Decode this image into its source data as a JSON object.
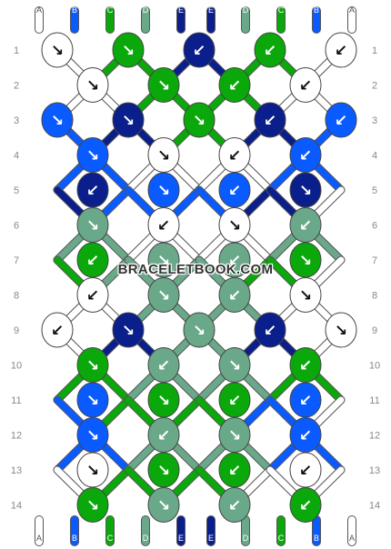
{
  "watermark": "BRACELETBOOK.COM",
  "colors": {
    "A": "#ffffff",
    "B": "#0a5bff",
    "C": "#0aa80a",
    "D": "#6aa88a",
    "E": "#0a1e8c"
  },
  "top_strings": [
    "A",
    "B",
    "C",
    "D",
    "E",
    "E",
    "D",
    "C",
    "B",
    "A"
  ],
  "bottom_strings": [
    "A",
    "B",
    "C",
    "D",
    "E",
    "E",
    "D",
    "C",
    "B",
    "A"
  ],
  "row_labels": [
    "1",
    "2",
    "3",
    "4",
    "5",
    "6",
    "7",
    "8",
    "9",
    "10",
    "11",
    "12",
    "13",
    "14"
  ],
  "rows": [
    [
      {
        "c": "A",
        "d": "↘"
      },
      {
        "c": "C",
        "d": "↘"
      },
      {
        "c": "E",
        "d": "↙"
      },
      {
        "c": "C",
        "d": "↙"
      },
      {
        "c": "A",
        "d": "↙"
      }
    ],
    [
      {
        "c": "A",
        "d": "↘"
      },
      {
        "c": "C",
        "d": "↘"
      },
      {
        "c": "C",
        "d": "↙"
      },
      {
        "c": "A",
        "d": "↙"
      }
    ],
    [
      {
        "c": "B",
        "d": "↘"
      },
      {
        "c": "E",
        "d": "↘"
      },
      {
        "c": "C",
        "d": "↘"
      },
      {
        "c": "E",
        "d": "↙"
      },
      {
        "c": "B",
        "d": "↙"
      }
    ],
    [
      {
        "c": "B",
        "d": "↘"
      },
      {
        "c": "A",
        "d": "↘"
      },
      {
        "c": "A",
        "d": "↙"
      },
      {
        "c": "B",
        "d": "↙"
      }
    ],
    [
      {
        "c": "E",
        "d": "↙"
      },
      {
        "c": "B",
        "d": "↘"
      },
      {
        "c": "B",
        "d": "↙"
      },
      {
        "c": "E",
        "d": "↘"
      }
    ],
    [
      {
        "c": "D",
        "d": "↘"
      },
      {
        "c": "A",
        "d": "↙"
      },
      {
        "c": "A",
        "d": "↘"
      },
      {
        "c": "D",
        "d": "↙"
      }
    ],
    [
      {
        "c": "C",
        "d": "↙"
      },
      {
        "c": "D",
        "d": "↘"
      },
      {
        "c": "D",
        "d": "↙"
      },
      {
        "c": "C",
        "d": "↘"
      }
    ],
    [
      {
        "c": "A",
        "d": "↙"
      },
      {
        "c": "D",
        "d": "↘"
      },
      {
        "c": "D",
        "d": "↙"
      },
      {
        "c": "A",
        "d": "↘"
      }
    ],
    [
      {
        "c": "A",
        "d": "↙"
      },
      {
        "c": "E",
        "d": "↘"
      },
      {
        "c": "D",
        "d": "↘"
      },
      {
        "c": "E",
        "d": "↙"
      },
      {
        "c": "A",
        "d": "↘"
      }
    ],
    [
      {
        "c": "C",
        "d": "↘"
      },
      {
        "c": "D",
        "d": "↙"
      },
      {
        "c": "D",
        "d": "↘"
      },
      {
        "c": "C",
        "d": "↙"
      }
    ],
    [
      {
        "c": "B",
        "d": "↘"
      },
      {
        "c": "C",
        "d": "↘"
      },
      {
        "c": "C",
        "d": "↙"
      },
      {
        "c": "B",
        "d": "↙"
      }
    ],
    [
      {
        "c": "B",
        "d": "↘"
      },
      {
        "c": "D",
        "d": "↙"
      },
      {
        "c": "D",
        "d": "↘"
      },
      {
        "c": "B",
        "d": "↙"
      }
    ],
    [
      {
        "c": "A",
        "d": "↘"
      },
      {
        "c": "C",
        "d": "↘"
      },
      {
        "c": "C",
        "d": "↙"
      },
      {
        "c": "A",
        "d": "↙"
      }
    ],
    [
      {
        "c": "C",
        "d": "↘"
      },
      {
        "c": "D",
        "d": "↘"
      },
      {
        "c": "D",
        "d": "↙"
      },
      {
        "c": "C",
        "d": "↙"
      }
    ]
  ]
}
